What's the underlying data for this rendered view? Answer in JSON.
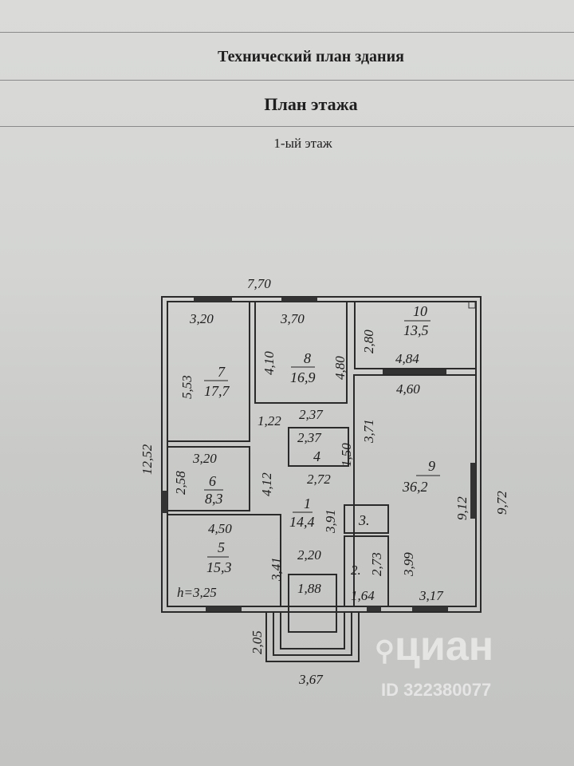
{
  "header": {
    "title": "Технический план здания",
    "subtitle": "План этажа",
    "floor": "1-ый этаж"
  },
  "plan": {
    "overall": {
      "width_top": "7,70",
      "height_left": "12,52",
      "height_right": "9,72",
      "porch_width": "3,67",
      "porch_depth": "2,05",
      "ceiling_height": "h=3,25"
    },
    "rooms": {
      "r1": {
        "num": "1",
        "area": "14,4"
      },
      "r2": {
        "num": "2."
      },
      "r3": {
        "num": "3."
      },
      "r4": {
        "num": "4"
      },
      "r5": {
        "num": "5",
        "area": "15,3"
      },
      "r6": {
        "num": "6",
        "area": "8,3"
      },
      "r7": {
        "num": "7",
        "area": "17,7"
      },
      "r8": {
        "num": "8",
        "area": "16,9"
      },
      "r9": {
        "num": "9",
        "area": "36,2"
      },
      "r10": {
        "num": "10",
        "area": "13,5"
      }
    },
    "dims": {
      "d320a": "3,20",
      "d553": "5,53",
      "d370": "3,70",
      "d410": "4,10",
      "d480": "4,80",
      "d280": "2,80",
      "d484": "4,84",
      "d460": "4,60",
      "d122": "1,22",
      "d237a": "2,37",
      "d237b": "2,37",
      "d150": "1,50",
      "d371": "3,71",
      "d320b": "3,20",
      "d258": "2,58",
      "d412": "4,12",
      "d272": "2,72",
      "d391": "3,91",
      "d912": "9,12",
      "d450": "4,50",
      "d341": "3,41",
      "d220": "2,20",
      "d273": "2,73",
      "d399": "3,99",
      "d188": "1,88",
      "d164": "1,64",
      "d317": "3,17"
    }
  },
  "watermark": {
    "brand": "циан",
    "id": "ID 322380077"
  }
}
